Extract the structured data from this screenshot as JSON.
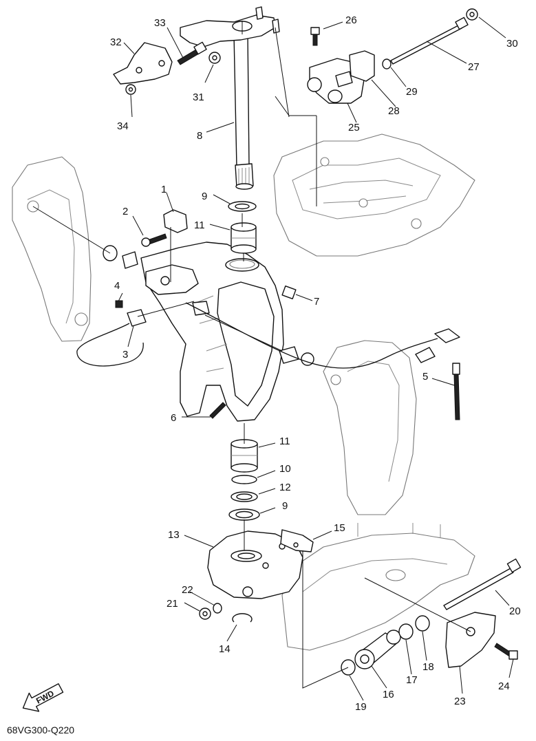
{
  "diagram": {
    "drawing_code": "68VG300-Q220",
    "direction_label": "FWD",
    "part_numbers": [
      "1",
      "2",
      "3",
      "4",
      "5",
      "6",
      "7",
      "8",
      "9",
      "9",
      "10",
      "11",
      "11",
      "12",
      "13",
      "14",
      "15",
      "16",
      "17",
      "18",
      "19",
      "20",
      "21",
      "22",
      "23",
      "24",
      "25",
      "26",
      "27",
      "28",
      "29",
      "30",
      "31",
      "32",
      "33",
      "34"
    ]
  }
}
